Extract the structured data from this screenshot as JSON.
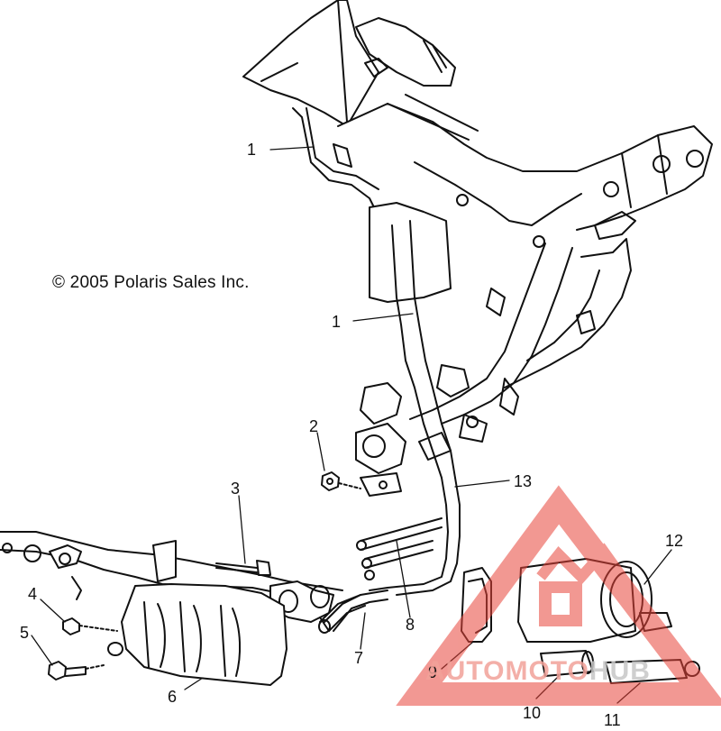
{
  "copyright": "© 2005 Polaris Sales Inc.",
  "callouts": [
    {
      "id": "c1a",
      "label": "1"
    },
    {
      "id": "c1b",
      "label": "1"
    },
    {
      "id": "c2",
      "label": "2"
    },
    {
      "id": "c3",
      "label": "3"
    },
    {
      "id": "c4",
      "label": "4"
    },
    {
      "id": "c5",
      "label": "5"
    },
    {
      "id": "c6",
      "label": "6"
    },
    {
      "id": "c7",
      "label": "7"
    },
    {
      "id": "c8",
      "label": "8"
    },
    {
      "id": "c9",
      "label": "9"
    },
    {
      "id": "c10",
      "label": "10"
    },
    {
      "id": "c11",
      "label": "11"
    },
    {
      "id": "c12",
      "label": "12"
    },
    {
      "id": "c13",
      "label": "13"
    }
  ],
  "watermark": {
    "text_a": "AUTOMOTO",
    "text_b": "HUB",
    "color": "#e8443a"
  },
  "colors": {
    "line": "#111111",
    "watermark_red": "#e8443a"
  }
}
